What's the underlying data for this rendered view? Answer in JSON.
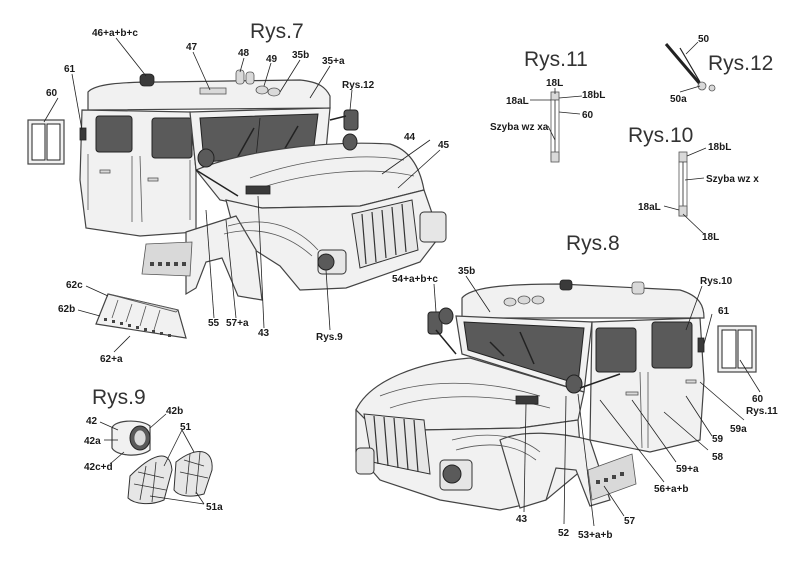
{
  "titles": {
    "rys7": "Rys.7",
    "rys8": "Rys.8",
    "rys9": "Rys.9",
    "rys10": "Rys.10",
    "rys11": "Rys.11",
    "rys12": "Rys.12"
  },
  "labels": {
    "l_46abc": "46+a+b+c",
    "l_47": "47",
    "l_48": "48",
    "l_49": "49",
    "l_35b_top": "35b",
    "l_35a": "35+a",
    "l_rys12_ref": "Rys.12",
    "l_61_top": "61",
    "l_60_top": "60",
    "l_44": "44",
    "l_45": "45",
    "l_62c": "62c",
    "l_62b": "62b",
    "l_62a": "62+a",
    "l_55": "55",
    "l_57a": "57+a",
    "l_43_top": "43",
    "l_rys9_ref": "Rys.9",
    "l_18L_11": "18L",
    "l_18aL_11": "18aL",
    "l_18bL_11": "18bL",
    "l_60_11": "60",
    "l_szyba_xa": "Szyba wz xa",
    "l_50": "50",
    "l_50a": "50a",
    "l_18bL_10": "18bL",
    "l_szyba_x": "Szyba wz x",
    "l_18aL_10": "18aL",
    "l_18L_10": "18L",
    "l_54abc": "54+a+b+c",
    "l_35b_bot": "35b",
    "l_rys10_ref": "Rys.10",
    "l_61_bot": "61",
    "l_60_bot": "60",
    "l_rys11_ref": "Rys.11",
    "l_59a": "59a",
    "l_59": "59",
    "l_58": "58",
    "l_59plus_a": "59+a",
    "l_56ab": "56+a+b",
    "l_57_bot": "57",
    "l_53ab": "53+a+b",
    "l_52": "52",
    "l_43_bot": "43",
    "l_42": "42",
    "l_42a": "42a",
    "l_42b": "42b",
    "l_42cd": "42c+d",
    "l_51": "51",
    "l_51a": "51a"
  }
}
